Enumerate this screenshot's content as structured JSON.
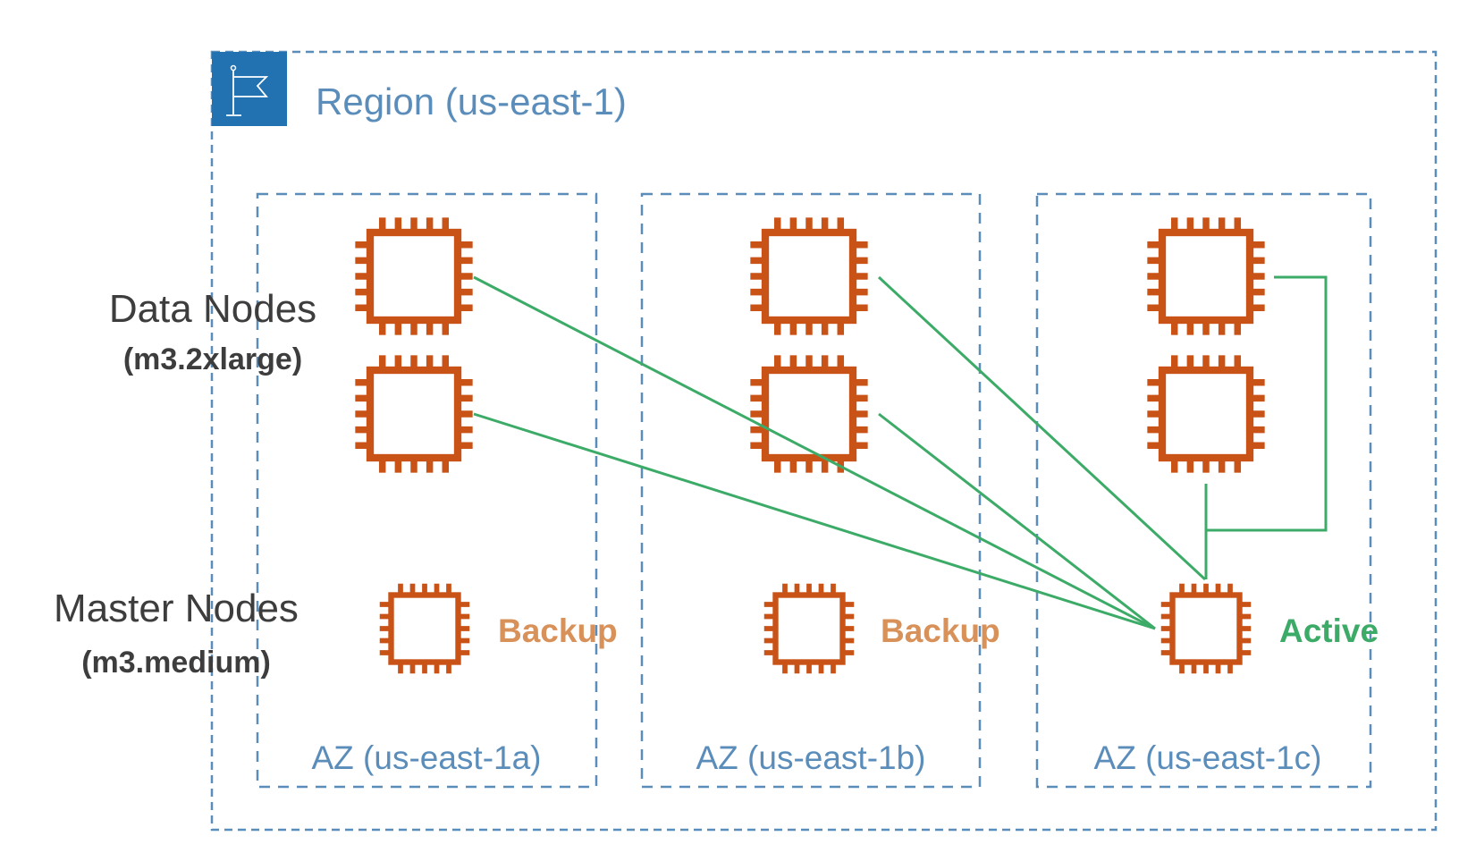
{
  "region": {
    "label": "Region (us-east-1)",
    "icon": "flag-icon",
    "border_color": "#5b8dbb",
    "icon_bg_color": "#2272b1"
  },
  "rows": {
    "data_nodes": {
      "title": "Data Nodes",
      "instance_type": "(m3.2xlarge)"
    },
    "master_nodes": {
      "title": "Master Nodes",
      "instance_type": "(m3.medium)"
    }
  },
  "availability_zones": [
    {
      "label": "AZ (us-east-1a)",
      "data_nodes": 2,
      "master_status": "Backup"
    },
    {
      "label": "AZ (us-east-1b)",
      "data_nodes": 2,
      "master_status": "Backup"
    },
    {
      "label": "AZ (us-east-1c)",
      "data_nodes": 2,
      "master_status": "Active"
    }
  ],
  "colors": {
    "chip": "#c95217",
    "connection": "#3dab68",
    "backup_text": "#d9915a",
    "active_text": "#3dab68",
    "row_text": "#3d3d3d",
    "az_text": "#5b8dbb"
  },
  "connections": [
    {
      "from": "az-1a-data-1",
      "to": "az-1c-master"
    },
    {
      "from": "az-1a-data-2",
      "to": "az-1c-master"
    },
    {
      "from": "az-1b-data-1",
      "to": "az-1c-master"
    },
    {
      "from": "az-1b-data-2",
      "to": "az-1c-master"
    },
    {
      "from": "az-1c-data-1",
      "to": "az-1c-master"
    },
    {
      "from": "az-1c-data-2",
      "to": "az-1c-master"
    }
  ]
}
